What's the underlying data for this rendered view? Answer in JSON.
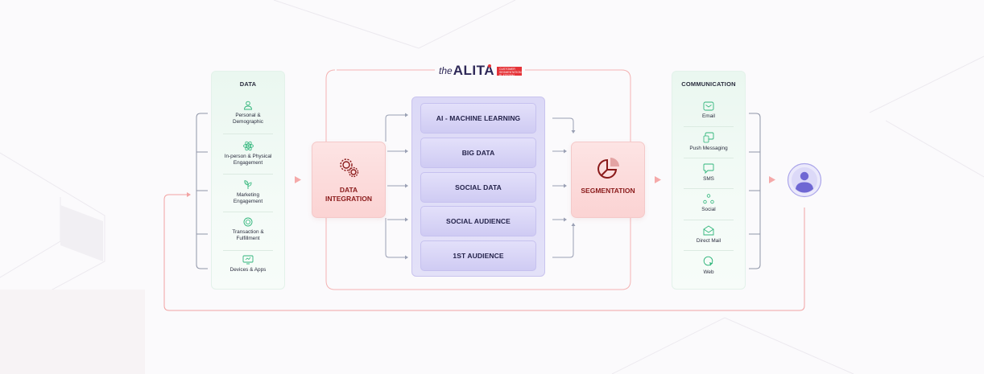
{
  "brand": {
    "prefix": "the",
    "name": "ALITA",
    "tagline": "CUSTOMER SEGMENTATION PLATFORM",
    "accent_color": "#e53338",
    "text_color": "#2e2857"
  },
  "data_panel": {
    "title": "DATA",
    "items": [
      {
        "icon": "person-icon",
        "lines": [
          "Personal &",
          "Demographic"
        ]
      },
      {
        "icon": "atom-icon",
        "lines": [
          "In-person & Physical",
          "Engagement"
        ]
      },
      {
        "icon": "plant-icon",
        "lines": [
          "Marketing",
          "Engagement"
        ]
      },
      {
        "icon": "coin-icon",
        "lines": [
          "Transaction &",
          "Fulfillment"
        ]
      },
      {
        "icon": "monitor-icon",
        "lines": [
          "Devices & Apps"
        ]
      }
    ]
  },
  "integration": {
    "lines": [
      "DATA",
      "INTEGRATION"
    ],
    "icon": "gears-icon"
  },
  "stack": {
    "items": [
      "AI - MACHINE LEARNING",
      "BIG DATA",
      "SOCIAL DATA",
      "SOCIAL AUDIENCE",
      "1ST AUDIENCE"
    ]
  },
  "segmentation": {
    "label": "SEGMENTATION",
    "icon": "pie-chart-icon"
  },
  "communication_panel": {
    "title": "COMMUNICATION",
    "items": [
      {
        "icon": "email-icon",
        "label": "Email"
      },
      {
        "icon": "push-message-icon",
        "label": "Push Messaging"
      },
      {
        "icon": "sms-icon",
        "label": "SMS"
      },
      {
        "icon": "social-icon",
        "label": "Social"
      },
      {
        "icon": "direct-mail-icon",
        "label": "Direct Mail"
      },
      {
        "icon": "web-icon",
        "label": "Web"
      }
    ]
  },
  "customer": {
    "icon": "user-avatar-icon"
  },
  "colors": {
    "green": "#2fb57a",
    "red_dark": "#8a1a1a",
    "purple": "#7b74d6",
    "line_gray": "#9aa0b4",
    "line_pink": "#f2a3a3"
  }
}
